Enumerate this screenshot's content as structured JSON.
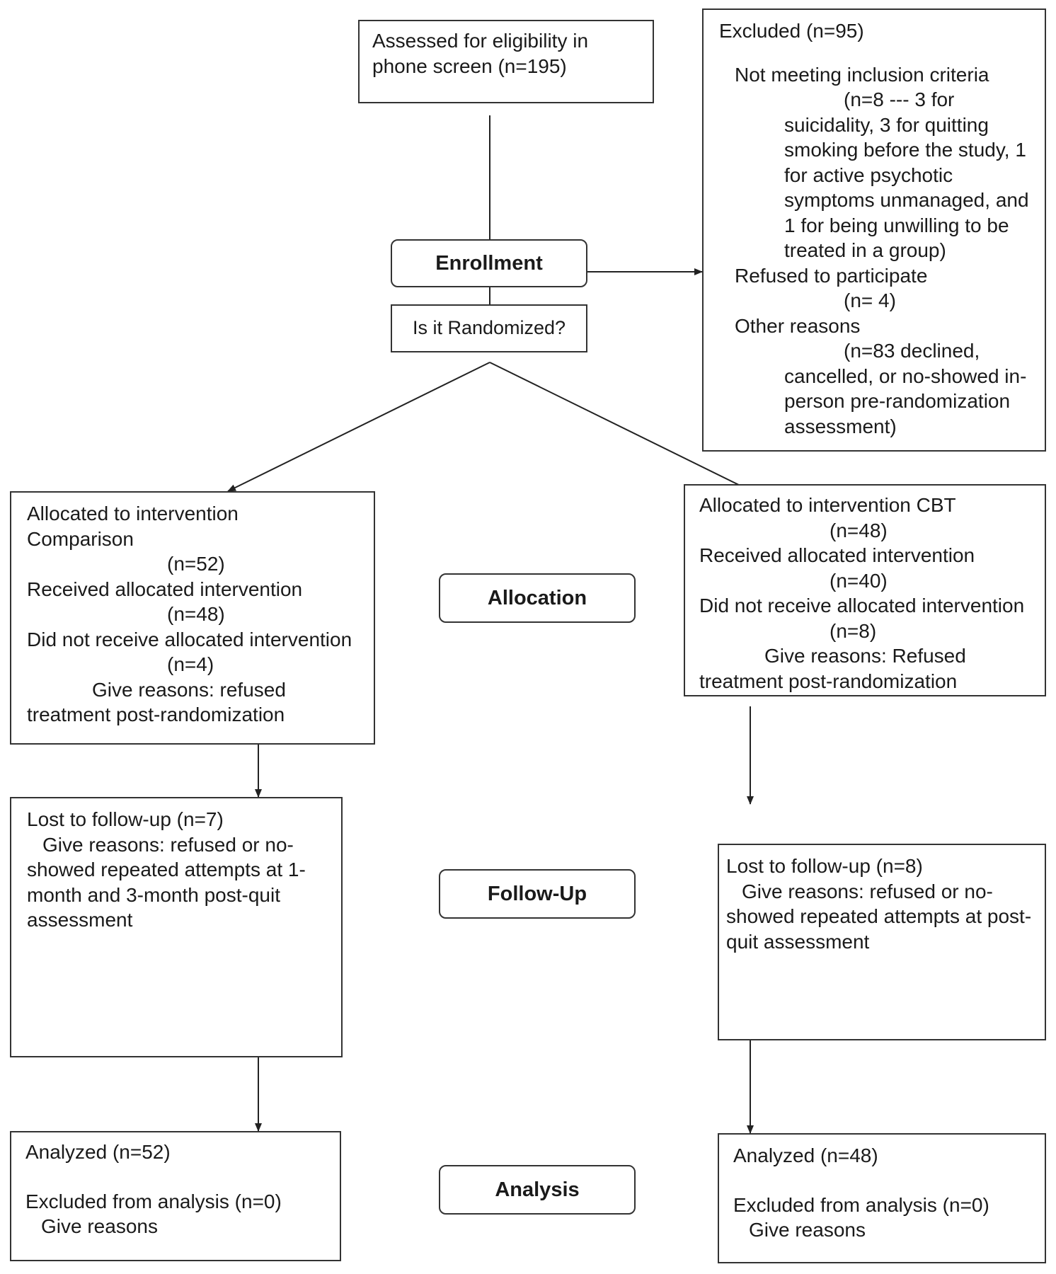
{
  "eligibility": {
    "line1": "Assessed for eligibility in",
    "line2": "phone screen (n=195)"
  },
  "excluded": {
    "title": "Excluded (n=95)",
    "lines": [
      "Not meeting inclusion criteria",
      "(n=8 --- 3 for",
      "suicidality, 3 for quitting",
      "smoking before the study, 1",
      "for active psychotic",
      "symptoms unmanaged, and",
      "1 for being unwilling to be",
      "treated in a group)",
      "Refused to participate",
      "(n= 4)",
      "Other reasons",
      "(n=83 declined,",
      "cancelled, or no-showed in-",
      "person pre-randomization",
      "assessment)"
    ]
  },
  "stages": {
    "enrollment": "Enrollment",
    "randomized": "Is it Randomized?",
    "allocation": "Allocation",
    "followup": "Follow-Up",
    "analysis": "Analysis"
  },
  "comparison": {
    "allocation": [
      "Allocated to intervention",
      "Comparison",
      "(n=52)",
      "Received allocated intervention",
      "(n=48)",
      "Did not receive allocated intervention",
      "(n=4)",
      "Give reasons: refused",
      "treatment post-randomization"
    ],
    "followup": [
      "Lost to follow-up (n=7)",
      "Give reasons:  refused or no-",
      "showed repeated attempts at 1-",
      "month and 3-month post-quit",
      "assessment"
    ],
    "analysis": {
      "analyzed": "Analyzed (n=52)",
      "excluded": "Excluded from analysis (n=0)",
      "reasons": "Give reasons"
    }
  },
  "cbt": {
    "allocation": [
      "Allocated to intervention CBT",
      "(n=48)",
      "Received allocated intervention",
      "(n=40)",
      "Did not receive allocated intervention",
      "(n=8)",
      "Give reasons: Refused",
      "treatment post-randomization"
    ],
    "followup": [
      "Lost to follow-up (n=8)",
      "Give reasons: refused or no-",
      "showed repeated attempts at post-",
      "quit assessment"
    ],
    "analysis": {
      "analyzed": "Analyzed (n=48)",
      "excluded": "Excluded from analysis (n=0)",
      "reasons": "Give reasons"
    }
  }
}
